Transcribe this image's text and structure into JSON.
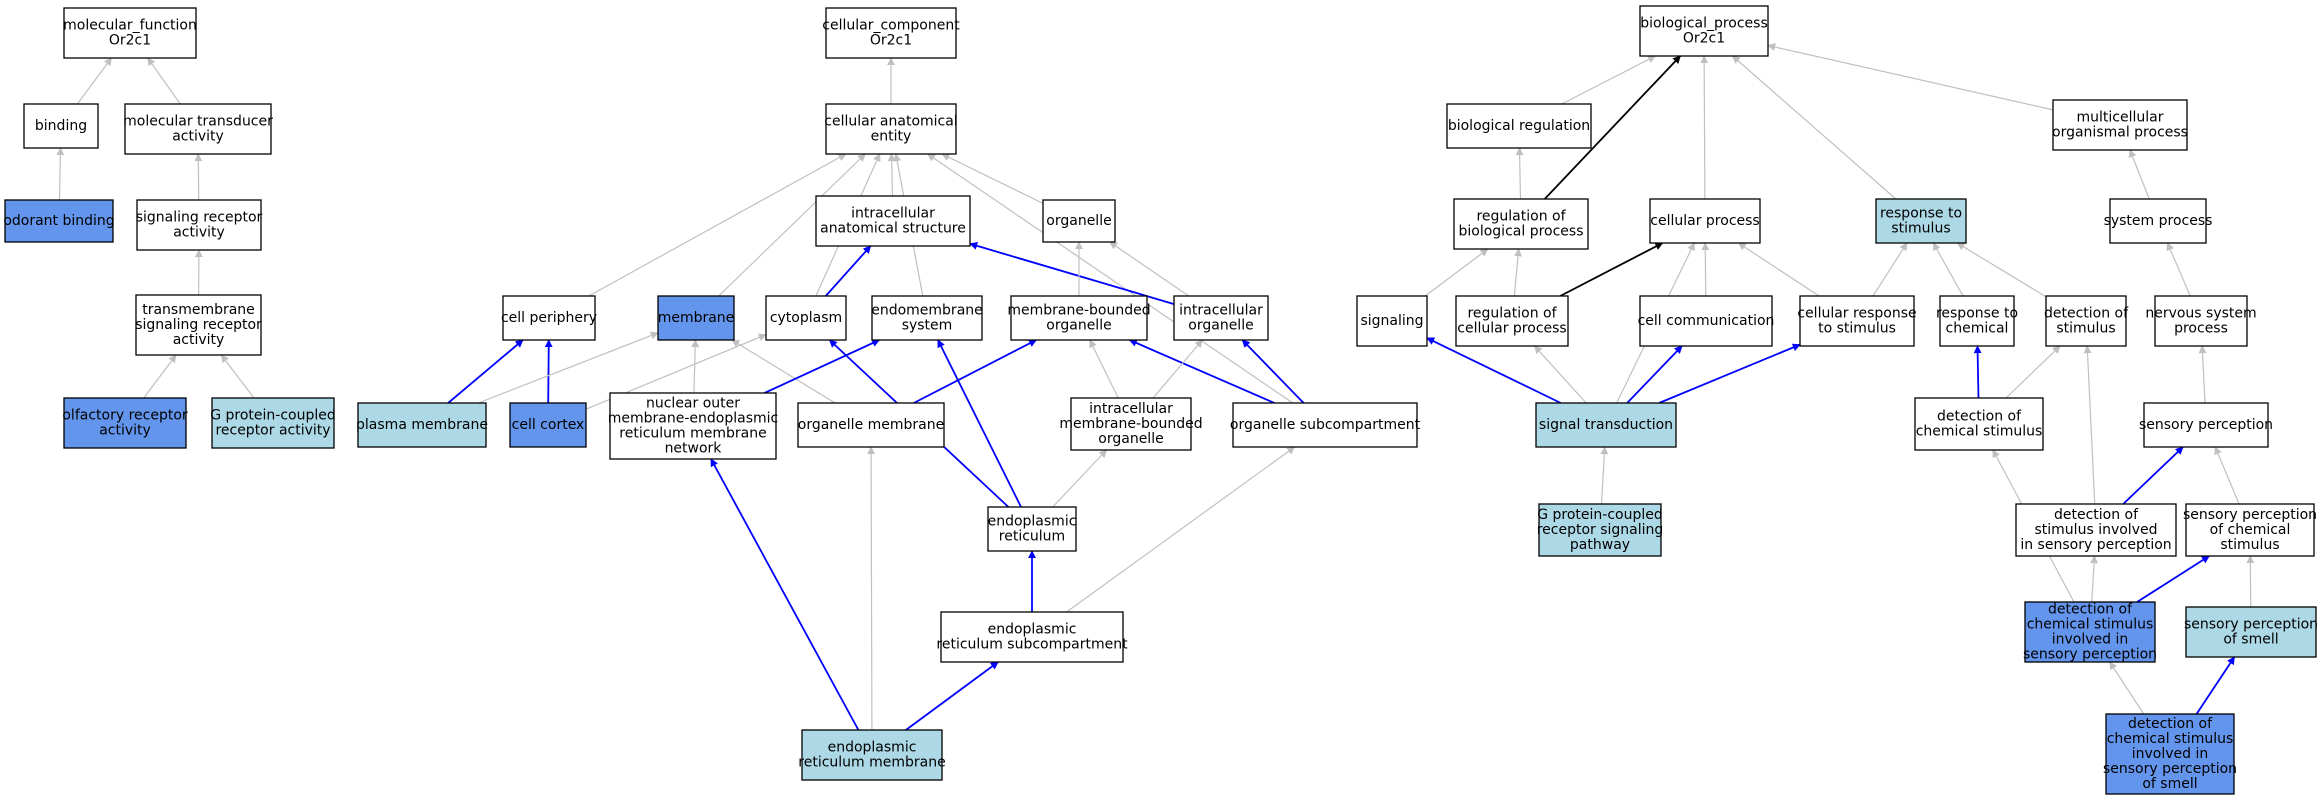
{
  "colors": {
    "plain": "#ffffff",
    "light": "#add8e6",
    "strong": "#6495ed",
    "edge_grey": "#c0c0c0",
    "edge_blue": "#0000ff",
    "edge_black": "#000000"
  },
  "nodes": [
    {
      "id": "mf",
      "lines": [
        "molecular_function",
        "Or2c1"
      ],
      "fill": "plain"
    },
    {
      "id": "binding",
      "lines": [
        "binding"
      ],
      "fill": "plain"
    },
    {
      "id": "moltrans",
      "lines": [
        "molecular transducer",
        "activity"
      ],
      "fill": "plain"
    },
    {
      "id": "odorant",
      "lines": [
        "odorant binding"
      ],
      "fill": "strong"
    },
    {
      "id": "sigrec",
      "lines": [
        "signaling receptor",
        "activity"
      ],
      "fill": "plain"
    },
    {
      "id": "tmsig",
      "lines": [
        "transmembrane",
        "signaling receptor",
        "activity"
      ],
      "fill": "plain"
    },
    {
      "id": "olfrec",
      "lines": [
        "olfactory receptor",
        "activity"
      ],
      "fill": "strong"
    },
    {
      "id": "gpcr",
      "lines": [
        "G protein-coupled",
        "receptor activity"
      ],
      "fill": "light"
    },
    {
      "id": "cc",
      "lines": [
        "cellular_component",
        "Or2c1"
      ],
      "fill": "plain"
    },
    {
      "id": "cae",
      "lines": [
        "cellular anatomical",
        "entity"
      ],
      "fill": "plain"
    },
    {
      "id": "ias",
      "lines": [
        "intracellular",
        "anatomical structure"
      ],
      "fill": "plain"
    },
    {
      "id": "organelle",
      "lines": [
        "organelle"
      ],
      "fill": "plain"
    },
    {
      "id": "cellper",
      "lines": [
        "cell periphery"
      ],
      "fill": "plain"
    },
    {
      "id": "membrane",
      "lines": [
        "membrane"
      ],
      "fill": "strong"
    },
    {
      "id": "cytoplasm",
      "lines": [
        "cytoplasm"
      ],
      "fill": "plain"
    },
    {
      "id": "endomem",
      "lines": [
        "endomembrane",
        "system"
      ],
      "fill": "plain"
    },
    {
      "id": "mbo",
      "lines": [
        "membrane-bounded",
        "organelle"
      ],
      "fill": "plain"
    },
    {
      "id": "intorg",
      "lines": [
        "intracellular",
        "organelle"
      ],
      "fill": "plain"
    },
    {
      "id": "plasmamem",
      "lines": [
        "plasma membrane"
      ],
      "fill": "light"
    },
    {
      "id": "cellcortex",
      "lines": [
        "cell cortex"
      ],
      "fill": "strong"
    },
    {
      "id": "nomern",
      "lines": [
        "nuclear outer",
        "membrane-endoplasmic",
        "reticulum membrane",
        "network"
      ],
      "fill": "plain"
    },
    {
      "id": "orgmem",
      "lines": [
        "organelle membrane"
      ],
      "fill": "plain"
    },
    {
      "id": "imbo",
      "lines": [
        "intracellular",
        "membrane-bounded",
        "organelle"
      ],
      "fill": "plain"
    },
    {
      "id": "orgsub",
      "lines": [
        "organelle subcompartment"
      ],
      "fill": "plain"
    },
    {
      "id": "er",
      "lines": [
        "endoplasmic",
        "reticulum"
      ],
      "fill": "plain"
    },
    {
      "id": "ersub",
      "lines": [
        "endoplasmic",
        "reticulum subcompartment"
      ],
      "fill": "plain"
    },
    {
      "id": "ermem",
      "lines": [
        "endoplasmic",
        "reticulum membrane"
      ],
      "fill": "light"
    },
    {
      "id": "bp",
      "lines": [
        "biological_process",
        "Or2c1"
      ],
      "fill": "plain"
    },
    {
      "id": "bioreg",
      "lines": [
        "biological regulation"
      ],
      "fill": "plain"
    },
    {
      "id": "multi",
      "lines": [
        "multicellular",
        "organismal process"
      ],
      "fill": "plain"
    },
    {
      "id": "regbp",
      "lines": [
        "regulation of",
        "biological process"
      ],
      "fill": "plain"
    },
    {
      "id": "cellproc",
      "lines": [
        "cellular process"
      ],
      "fill": "plain"
    },
    {
      "id": "respstim",
      "lines": [
        "response to",
        "stimulus"
      ],
      "fill": "light"
    },
    {
      "id": "sysproc",
      "lines": [
        "system process"
      ],
      "fill": "plain"
    },
    {
      "id": "signaling",
      "lines": [
        "signaling"
      ],
      "fill": "plain"
    },
    {
      "id": "regcp",
      "lines": [
        "regulation of",
        "cellular process"
      ],
      "fill": "plain"
    },
    {
      "id": "cellcomm",
      "lines": [
        "cell communication"
      ],
      "fill": "plain"
    },
    {
      "id": "cellresp",
      "lines": [
        "cellular response",
        "to stimulus"
      ],
      "fill": "plain"
    },
    {
      "id": "respchem",
      "lines": [
        "response to",
        "chemical"
      ],
      "fill": "plain"
    },
    {
      "id": "detstim",
      "lines": [
        "detection of",
        "stimulus"
      ],
      "fill": "plain"
    },
    {
      "id": "nsp",
      "lines": [
        "nervous system",
        "process"
      ],
      "fill": "plain"
    },
    {
      "id": "sigtrans",
      "lines": [
        "signal transduction"
      ],
      "fill": "light"
    },
    {
      "id": "detchem",
      "lines": [
        "detection of",
        "chemical stimulus"
      ],
      "fill": "plain"
    },
    {
      "id": "sensperc",
      "lines": [
        "sensory perception"
      ],
      "fill": "plain"
    },
    {
      "id": "gpcrpath",
      "lines": [
        "G protein-coupled",
        "receptor signaling",
        "pathway"
      ],
      "fill": "light"
    },
    {
      "id": "detsens",
      "lines": [
        "detection of",
        "stimulus involved",
        "in sensory perception"
      ],
      "fill": "plain"
    },
    {
      "id": "spchem",
      "lines": [
        "sensory perception",
        "of chemical",
        "stimulus"
      ],
      "fill": "plain"
    },
    {
      "id": "detchemsens",
      "lines": [
        "detection of",
        "chemical stimulus",
        "involved in",
        "sensory perception"
      ],
      "fill": "strong"
    },
    {
      "id": "spsmell",
      "lines": [
        "sensory perception",
        "of smell"
      ],
      "fill": "light"
    },
    {
      "id": "detsmell",
      "lines": [
        "detection of",
        "chemical stimulus",
        "involved in",
        "sensory perception",
        "of smell"
      ],
      "fill": "strong"
    }
  ],
  "edges": [
    {
      "from": "binding",
      "to": "mf",
      "color": "grey"
    },
    {
      "from": "moltrans",
      "to": "mf",
      "color": "grey"
    },
    {
      "from": "odorant",
      "to": "binding",
      "color": "grey"
    },
    {
      "from": "sigrec",
      "to": "moltrans",
      "color": "grey"
    },
    {
      "from": "tmsig",
      "to": "sigrec",
      "color": "grey"
    },
    {
      "from": "olfrec",
      "to": "tmsig",
      "color": "grey"
    },
    {
      "from": "gpcr",
      "to": "tmsig",
      "color": "grey"
    },
    {
      "from": "cae",
      "to": "cc",
      "color": "grey"
    },
    {
      "from": "ias",
      "to": "cae",
      "color": "grey"
    },
    {
      "from": "organelle",
      "to": "cae",
      "color": "grey"
    },
    {
      "from": "cellper",
      "to": "cae",
      "color": "grey"
    },
    {
      "from": "membrane",
      "to": "cae",
      "color": "grey"
    },
    {
      "from": "cytoplasm",
      "to": "cae",
      "color": "grey"
    },
    {
      "from": "endomem",
      "to": "cae",
      "color": "grey"
    },
    {
      "from": "orgsub",
      "to": "cae",
      "color": "grey"
    },
    {
      "from": "cytoplasm",
      "to": "ias",
      "color": "blue"
    },
    {
      "from": "intorg",
      "to": "ias",
      "color": "blue"
    },
    {
      "from": "mbo",
      "to": "organelle",
      "color": "grey"
    },
    {
      "from": "intorg",
      "to": "organelle",
      "color": "grey"
    },
    {
      "from": "plasmamem",
      "to": "cellper",
      "color": "blue"
    },
    {
      "from": "cellcortex",
      "to": "cellper",
      "color": "blue"
    },
    {
      "from": "plasmamem",
      "to": "membrane",
      "color": "grey"
    },
    {
      "from": "nomern",
      "to": "membrane",
      "color": "grey"
    },
    {
      "from": "orgmem",
      "to": "membrane",
      "color": "grey"
    },
    {
      "from": "cellcortex",
      "to": "cytoplasm",
      "color": "grey"
    },
    {
      "from": "er",
      "to": "cytoplasm",
      "color": "blue"
    },
    {
      "from": "nomern",
      "to": "endomem",
      "color": "blue"
    },
    {
      "from": "er",
      "to": "endomem",
      "color": "blue"
    },
    {
      "from": "orgmem",
      "to": "mbo",
      "color": "blue"
    },
    {
      "from": "imbo",
      "to": "mbo",
      "color": "grey"
    },
    {
      "from": "orgsub",
      "to": "mbo",
      "color": "blue"
    },
    {
      "from": "imbo",
      "to": "intorg",
      "color": "grey"
    },
    {
      "from": "orgsub",
      "to": "intorg",
      "color": "blue"
    },
    {
      "from": "er",
      "to": "imbo",
      "color": "grey"
    },
    {
      "from": "ersub",
      "to": "er",
      "color": "blue"
    },
    {
      "from": "ersub",
      "to": "orgsub",
      "color": "grey"
    },
    {
      "from": "ermem",
      "to": "nomern",
      "color": "blue"
    },
    {
      "from": "ermem",
      "to": "orgmem",
      "color": "grey"
    },
    {
      "from": "ermem",
      "to": "ersub",
      "color": "blue"
    },
    {
      "from": "bioreg",
      "to": "bp",
      "color": "grey"
    },
    {
      "from": "regbp",
      "to": "bp",
      "color": "black"
    },
    {
      "from": "cellproc",
      "to": "bp",
      "color": "grey"
    },
    {
      "from": "respstim",
      "to": "bp",
      "color": "grey"
    },
    {
      "from": "multi",
      "to": "bp",
      "color": "grey"
    },
    {
      "from": "regbp",
      "to": "bioreg",
      "color": "grey"
    },
    {
      "from": "sysproc",
      "to": "multi",
      "color": "grey"
    },
    {
      "from": "signaling",
      "to": "regbp",
      "color": "grey"
    },
    {
      "from": "regcp",
      "to": "regbp",
      "color": "grey"
    },
    {
      "from": "regcp",
      "to": "cellproc",
      "color": "black"
    },
    {
      "from": "cellcomm",
      "to": "cellproc",
      "color": "grey"
    },
    {
      "from": "cellresp",
      "to": "cellproc",
      "color": "grey"
    },
    {
      "from": "sigtrans",
      "to": "cellproc",
      "color": "grey"
    },
    {
      "from": "cellresp",
      "to": "respstim",
      "color": "grey"
    },
    {
      "from": "respchem",
      "to": "respstim",
      "color": "grey"
    },
    {
      "from": "detstim",
      "to": "respstim",
      "color": "grey"
    },
    {
      "from": "nsp",
      "to": "sysproc",
      "color": "grey"
    },
    {
      "from": "sigtrans",
      "to": "signaling",
      "color": "blue"
    },
    {
      "from": "sigtrans",
      "to": "regcp",
      "color": "grey"
    },
    {
      "from": "sigtrans",
      "to": "cellcomm",
      "color": "blue"
    },
    {
      "from": "sigtrans",
      "to": "cellresp",
      "color": "blue"
    },
    {
      "from": "detchem",
      "to": "respchem",
      "color": "blue"
    },
    {
      "from": "detchem",
      "to": "detstim",
      "color": "grey"
    },
    {
      "from": "detsens",
      "to": "detstim",
      "color": "grey"
    },
    {
      "from": "sensperc",
      "to": "nsp",
      "color": "grey"
    },
    {
      "from": "gpcrpath",
      "to": "sigtrans",
      "color": "grey"
    },
    {
      "from": "detsens",
      "to": "sensperc",
      "color": "blue"
    },
    {
      "from": "spchem",
      "to": "sensperc",
      "color": "grey"
    },
    {
      "from": "detchemsens",
      "to": "detchem",
      "color": "grey"
    },
    {
      "from": "detchemsens",
      "to": "detsens",
      "color": "grey"
    },
    {
      "from": "detchemsens",
      "to": "spchem",
      "color": "blue"
    },
    {
      "from": "spsmell",
      "to": "spchem",
      "color": "grey"
    },
    {
      "from": "detsmell",
      "to": "detchemsens",
      "color": "grey"
    },
    {
      "from": "detsmell",
      "to": "spsmell",
      "color": "blue"
    }
  ]
}
